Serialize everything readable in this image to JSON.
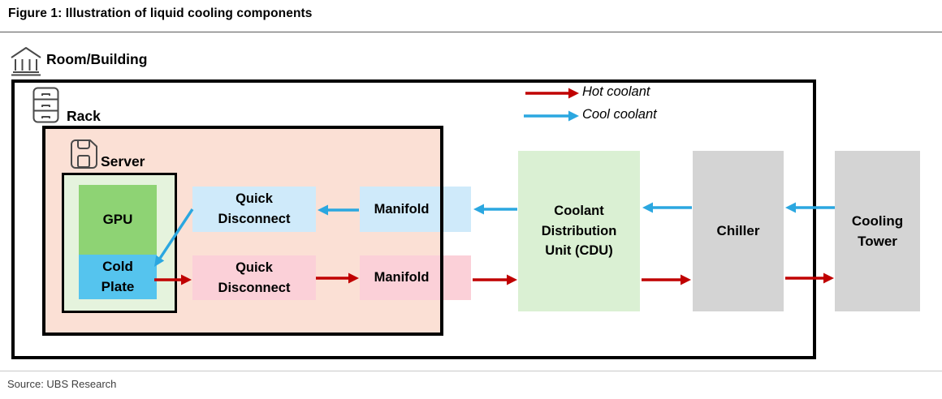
{
  "figure": {
    "title": "Figure 1: Illustration of liquid cooling components",
    "source": "Source: UBS Research"
  },
  "legend": {
    "hot_label": "Hot coolant",
    "cool_label": "Cool coolant"
  },
  "containers": {
    "room": {
      "label": "Room/Building"
    },
    "rack": {
      "label": "Rack"
    },
    "server": {
      "label": "Server"
    }
  },
  "components": {
    "gpu": {
      "label": "GPU"
    },
    "cold_plate": {
      "label": "Cold Plate"
    },
    "quick_disconnect_cool": {
      "label": "Quick Disconnect"
    },
    "quick_disconnect_hot": {
      "label": "Quick Disconnect"
    },
    "manifold_cool": {
      "label": "Manifold"
    },
    "manifold_hot": {
      "label": "Manifold"
    },
    "cdu": {
      "label": "Coolant Distribution Unit (CDU)"
    },
    "chiller": {
      "label": "Chiller"
    },
    "cooling_tower": {
      "label": "Cooling Tower"
    }
  },
  "colors": {
    "hot_arrow": "#c00000",
    "cool_arrow": "#2ba7e0",
    "rack_bg": "#fbe0d5",
    "server_bg": "#e5f3dd",
    "gpu_fill": "#8ed374",
    "cold_plate_fill": "#55c4ee",
    "cool_box_fill": "#cfeafa",
    "hot_box_fill": "#fbd0d8",
    "cdu_fill": "#daf0d3",
    "equipment_fill": "#d4d4d4"
  }
}
